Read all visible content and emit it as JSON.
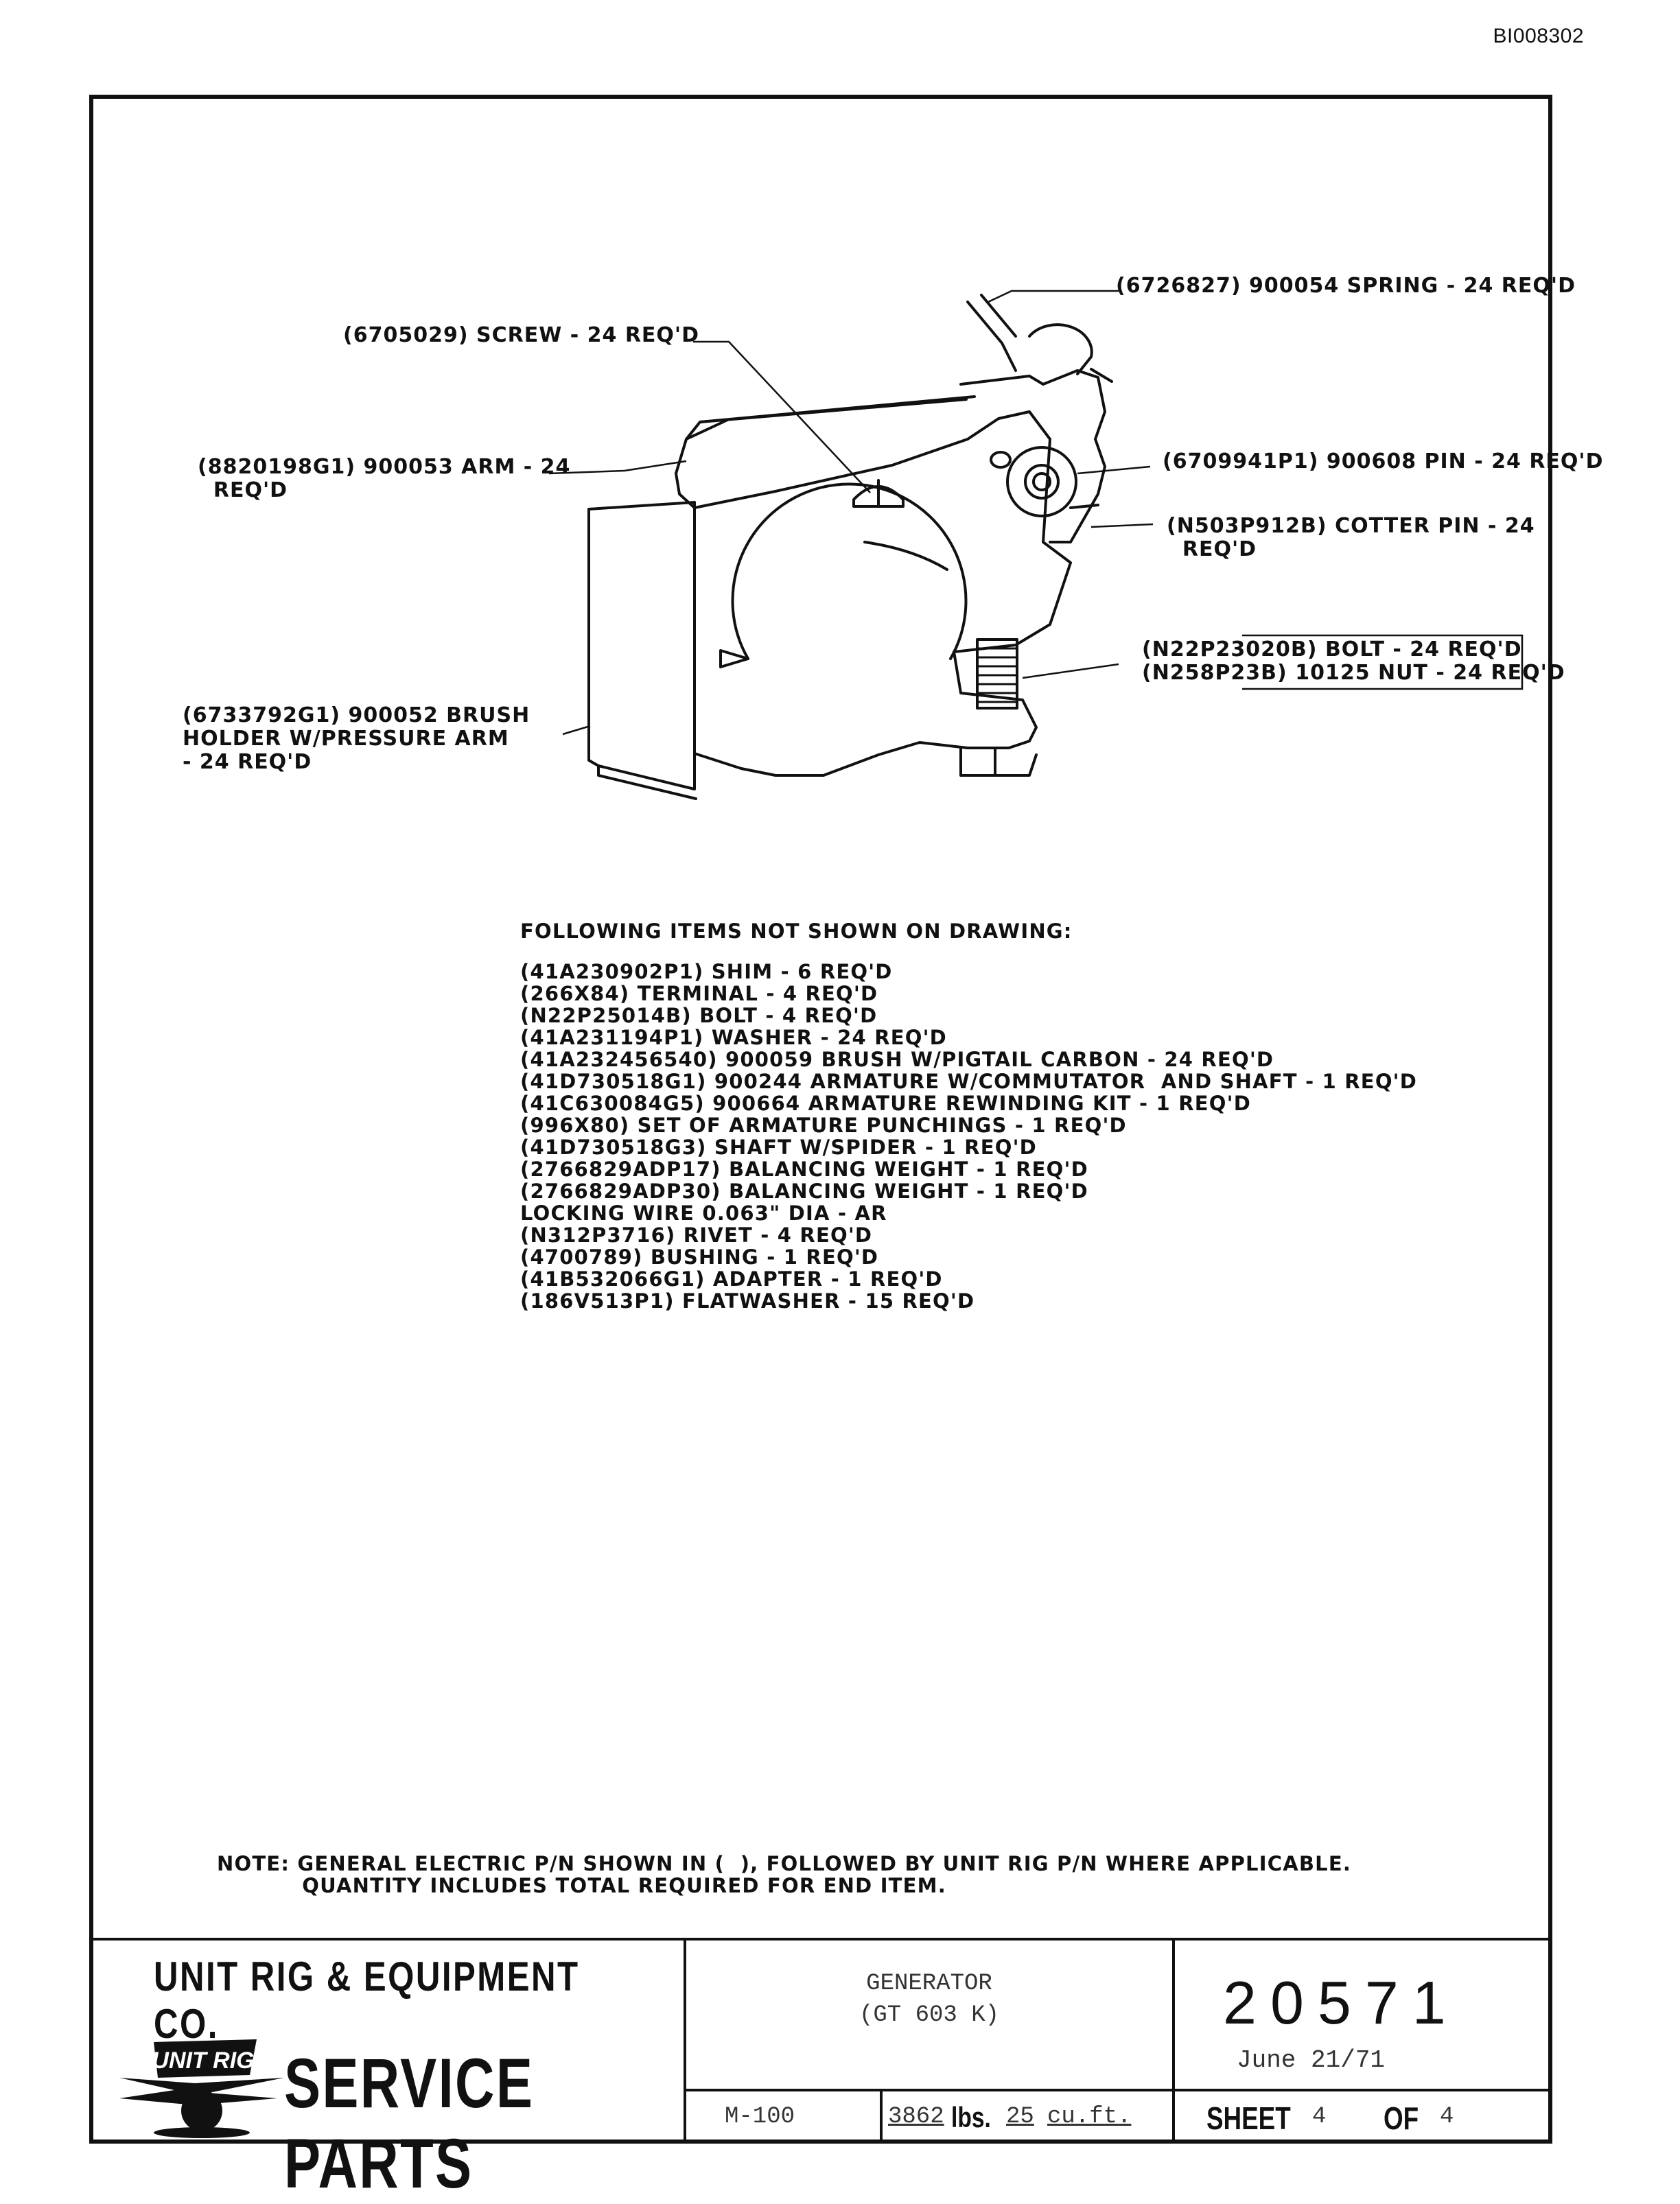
{
  "document_id": "BI008302",
  "callouts": {
    "spring": "(6726827) 900054 SPRING - 24 REQ'D",
    "screw": "(6705029) SCREW - 24 REQ'D",
    "arm": "(8820198G1) 900053 ARM - 24\n  REQ'D",
    "pin": "(6709941P1) 900608 PIN - 24 REQ'D",
    "cotter_pin": "(N503P912B) COTTER PIN - 24\n  REQ'D",
    "bolt": "(N22P23020B) BOLT - 24 REQ'D",
    "nut": "(N258P23B) 10125 NUT - 24 REQ'D",
    "brush_holder": "(6733792G1) 900052 BRUSH\nHOLDER W/PRESSURE ARM\n- 24 REQ'D"
  },
  "not_shown": {
    "heading": "FOLLOWING ITEMS NOT SHOWN ON DRAWING:",
    "items": [
      "(41A230902P1) SHIM - 6 REQ'D",
      "(266X84) TERMINAL - 4 REQ'D",
      "(N22P25014B) BOLT - 4 REQ'D",
      "(41A231194P1) WASHER - 24 REQ'D",
      "(41A232456540) 900059 BRUSH W/PIGTAIL CARBON - 24 REQ'D",
      "(41D730518G1) 900244 ARMATURE W/COMMUTATOR  AND SHAFT - 1 REQ'D",
      "(41C630084G5) 900664 ARMATURE REWINDING KIT - 1 REQ'D",
      "(996X80) SET OF ARMATURE PUNCHINGS - 1 REQ'D",
      "(41D730518G3) SHAFT W/SPIDER - 1 REQ'D",
      "(2766829ADP17) BALANCING WEIGHT - 1 REQ'D",
      "(2766829ADP30) BALANCING WEIGHT - 1 REQ'D",
      "LOCKING WIRE 0.063\" DIA - AR",
      "(N312P3716) RIVET - 4 REQ'D",
      "(4700789) BUSHING - 1 REQ'D",
      "(41B532066G1) ADAPTER - 1 REQ'D",
      "(186V513P1) FLATWASHER - 15 REQ'D"
    ]
  },
  "note": "NOTE: GENERAL ELECTRIC P/N SHOWN IN (  ), FOLLOWED BY UNIT RIG P/N WHERE APPLICABLE.\n           QUANTITY INCLUDES TOTAL REQUIRED FOR END ITEM.",
  "title_block": {
    "company": "UNIT RIG & EQUIPMENT CO.",
    "service_parts": "SERVICE PARTS",
    "logo_text": "UNIT RIG",
    "component": "GENERATOR",
    "model": "(GT 603 K)",
    "drawing_number": "20571",
    "date": "June 21/71",
    "vehicle": "M-100",
    "weight": "3862",
    "weight_unit": "lbs.",
    "volume": "25",
    "volume_unit": "cu.ft.",
    "sheet_label": "SHEET",
    "sheet_number": "4",
    "of_label": "OF",
    "sheet_total": "4"
  }
}
